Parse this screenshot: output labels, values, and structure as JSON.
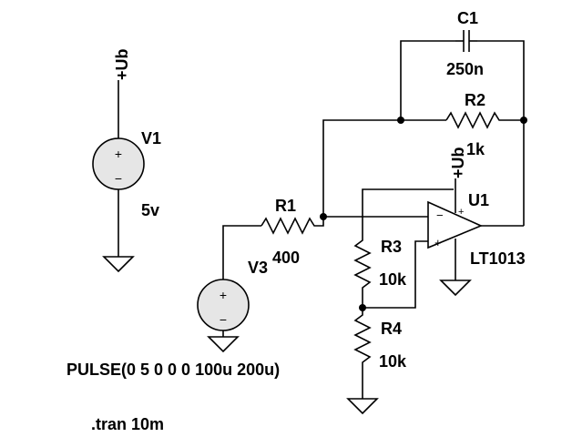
{
  "colors": {
    "line": "#000000",
    "background": "#ffffff",
    "source_shading": "#e6e6e6"
  },
  "supply": {
    "net_label_top": "+Ub",
    "name": "V1",
    "value": "5v",
    "plus_sign": "+",
    "minus_sign": "−"
  },
  "opamp": {
    "name": "U1",
    "model": "LT1013",
    "supply_label": "+Ub",
    "inv_sign": "−",
    "noninv_sign": "+",
    "supply_sign": "+"
  },
  "components": {
    "c1": {
      "name": "C1",
      "value": "250n"
    },
    "r2": {
      "name": "R2",
      "value": "1k"
    },
    "r1": {
      "name": "R1",
      "value": "400"
    },
    "r3": {
      "name": "R3",
      "value": "10k"
    },
    "r4": {
      "name": "R4",
      "value": "10k"
    }
  },
  "source": {
    "name": "V3",
    "value": "PULSE(0 5 0 0 0 100u 200u)",
    "plus_sign": "+",
    "minus_sign": "−"
  },
  "directive": ".tran 10m",
  "icons": [
    "voltage-source-icon",
    "ground-icon",
    "resistor-icon",
    "capacitor-icon",
    "opamp-icon",
    "junction-dot-icon"
  ]
}
